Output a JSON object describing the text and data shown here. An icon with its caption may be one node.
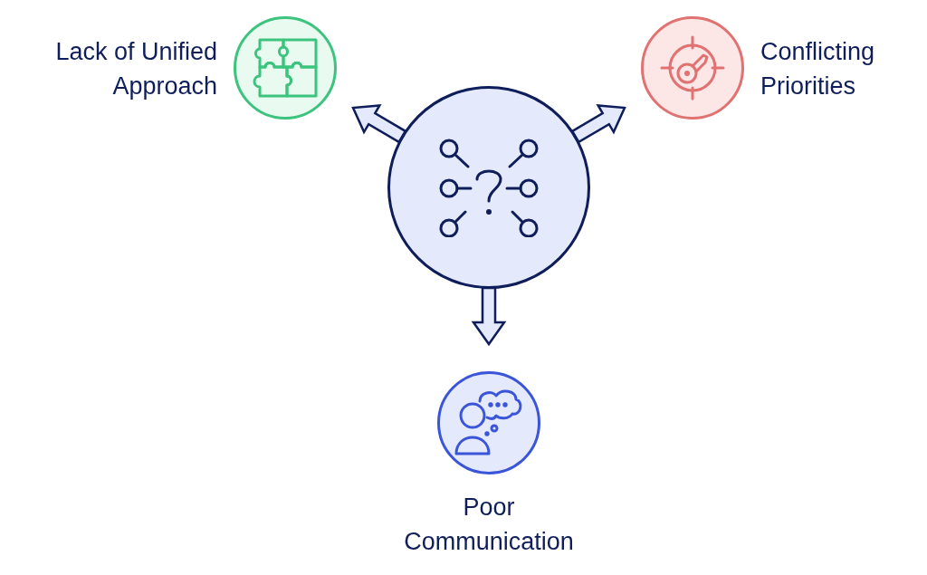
{
  "diagram": {
    "nodes": [
      {
        "text": [],
        "shape": "circle"
      },
      {
        "text": [
          "Lack of Unified Approach"
        ]
      },
      {
        "text": [
          "Conflicting Priorities"
        ]
      },
      {
        "text": [
          "Poor Communication"
        ]
      }
    ],
    "edges": [
      {
        "from": 0,
        "to": 1,
        "arrow": "to"
      },
      {
        "from": 0,
        "to": 2,
        "arrow": "to"
      },
      {
        "from": 0,
        "to": 3,
        "arrow": "to"
      }
    ]
  }
}
